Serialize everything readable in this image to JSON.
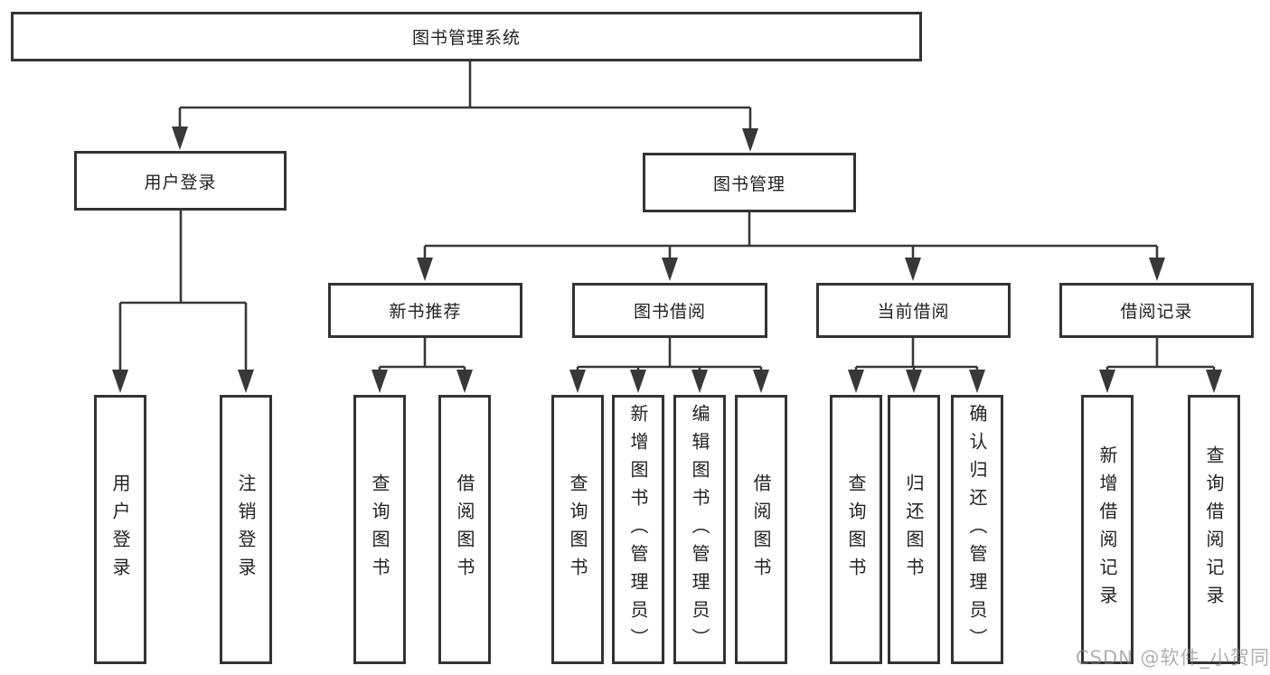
{
  "diagram": {
    "tree": {
      "root": {
        "label": "图书管理系统"
      },
      "children": [
        {
          "label": "用户登录",
          "children": [
            {
              "label": "用户登录"
            },
            {
              "label": "注销登录"
            }
          ]
        },
        {
          "label": "图书管理",
          "children": [
            {
              "label": "新书推荐",
              "children": [
                {
                  "label": "查询图书"
                },
                {
                  "label": "借阅图书"
                }
              ]
            },
            {
              "label": "图书借阅",
              "children": [
                {
                  "label": "查询图书"
                },
                {
                  "label": "新增图书（管理员）"
                },
                {
                  "label": "编辑图书（管理员）"
                },
                {
                  "label": "借阅图书"
                }
              ]
            },
            {
              "label": "当前借阅",
              "children": [
                {
                  "label": "查询图书"
                },
                {
                  "label": "归还图书"
                },
                {
                  "label": "确认归还（管理员）"
                }
              ]
            },
            {
              "label": "借阅记录",
              "children": [
                {
                  "label": "新增借阅记录"
                },
                {
                  "label": "查询借阅记录"
                }
              ]
            }
          ]
        }
      ]
    },
    "colors": {
      "line": "#383838",
      "box_border": "#333333",
      "text": "#222222",
      "background": "#ffffff",
      "watermark": "#808080"
    }
  },
  "watermark": {
    "text": "CSDN @软件_小贺同学"
  }
}
